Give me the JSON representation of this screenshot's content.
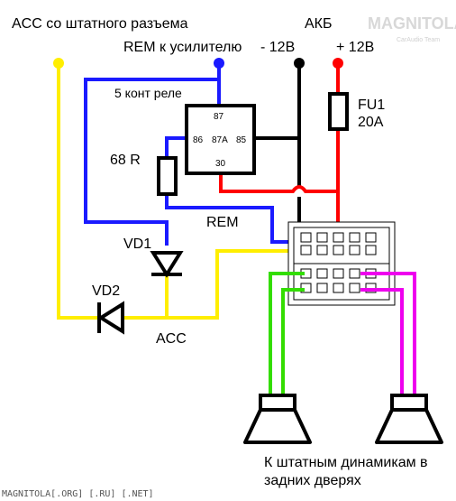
{
  "labels": {
    "acc_source": "ACC со штатного разъема",
    "rem_amp": "REM к усилителю",
    "akb": "АКБ",
    "minus12": "- 12В",
    "plus12": "+ 12В",
    "relay": "5 конт реле",
    "pin87": "87",
    "pin86": "86",
    "pin87a": "87A",
    "pin85": "85",
    "pin30": "30",
    "resistor": "68 R",
    "fuse_name": "FU1",
    "fuse_rating": "20A",
    "rem": "REM",
    "vd1": "VD1",
    "vd2": "VD2",
    "acc": "ACC",
    "speakers_line1": "К штатным динамикам в",
    "speakers_line2": "задних дверях"
  },
  "logo": {
    "text": "MAGNITOLA",
    "sub": "CarAudio Team"
  },
  "footer": "MAGNITOLA[.ORG] [.RU] [.NET]",
  "colors": {
    "acc_wire": "#ffee00",
    "rem_wire": "#1a1aff",
    "ground_wire": "#000000",
    "plus_wire": "#ff0000",
    "speaker_left": "#33dd00",
    "speaker_right": "#ee00ee"
  }
}
